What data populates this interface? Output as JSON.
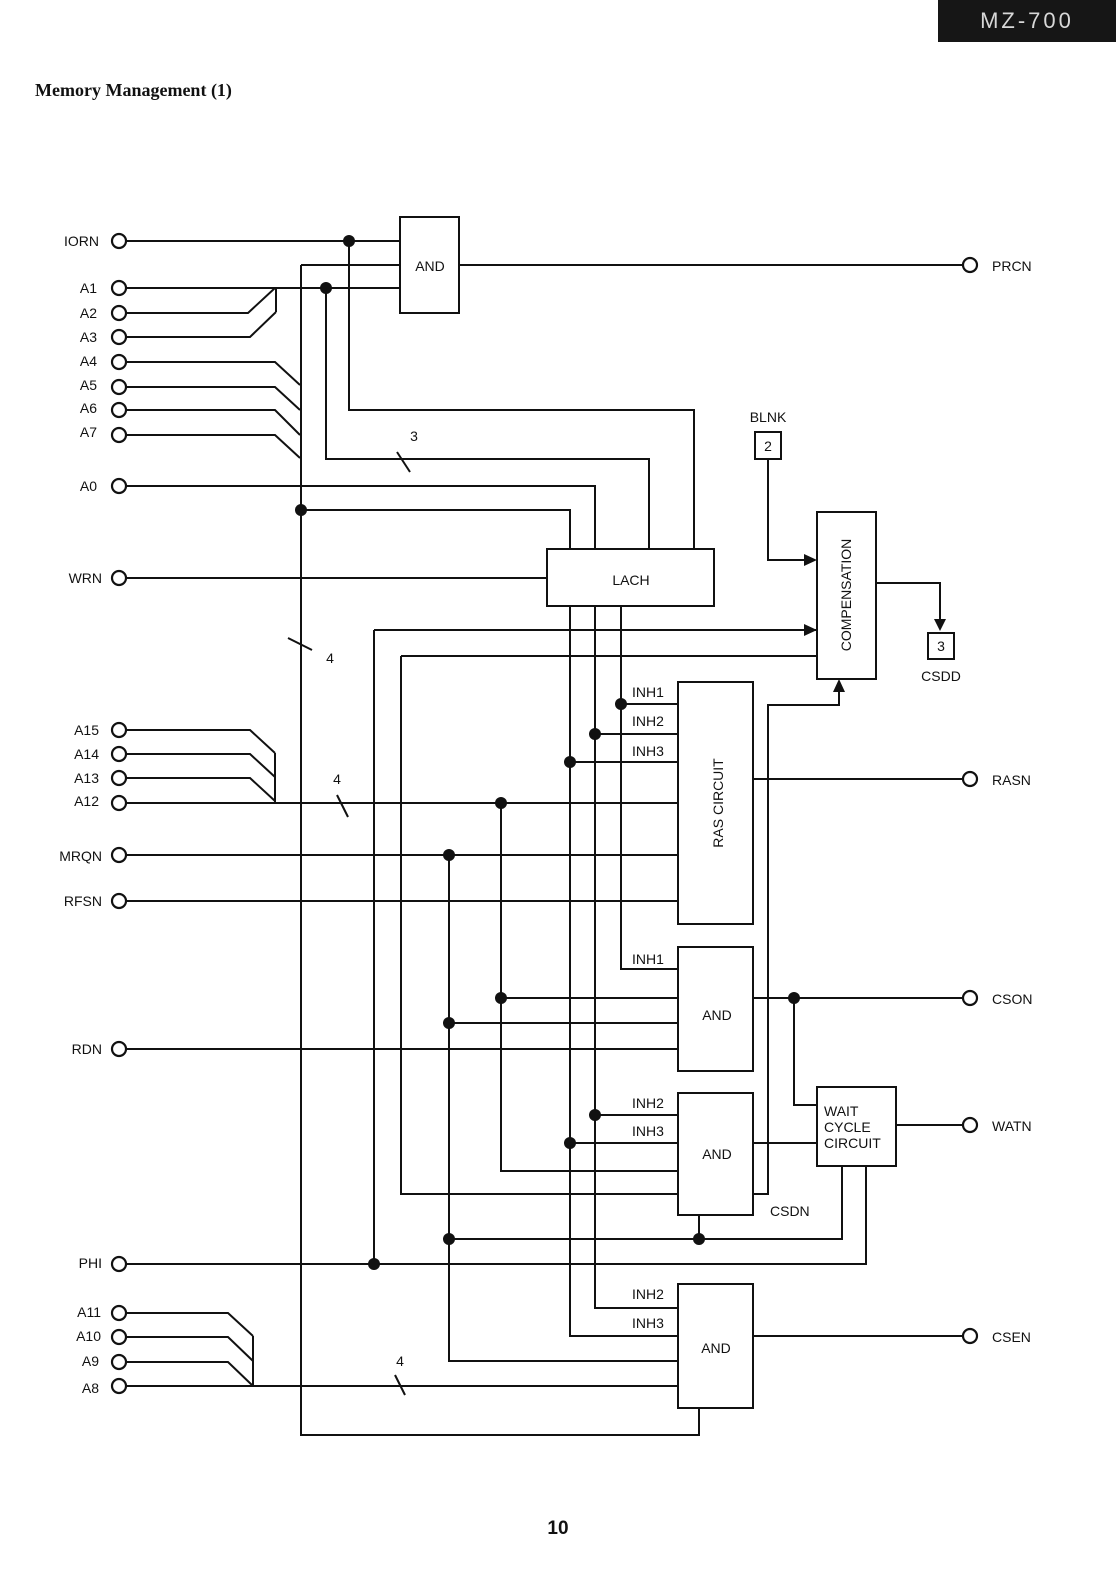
{
  "header": {
    "model_tag": "MZ-700",
    "section_title": "Memory Management (1)"
  },
  "page_number": "10",
  "inputs": {
    "iorn": "IORN",
    "a1": "A1",
    "a2": "A2",
    "a3": "A3",
    "a4": "A4",
    "a5": "A5",
    "a6": "A6",
    "a7": "A7",
    "a0": "A0",
    "wrn": "WRN",
    "a15": "A15",
    "a14": "A14",
    "a13": "A13",
    "a12": "A12",
    "mrqn": "MRQN",
    "rfsn": "RFSN",
    "rdn": "RDN",
    "phi": "PHI",
    "a11": "A11",
    "a10": "A10",
    "a9": "A9",
    "a8": "A8"
  },
  "outputs": {
    "prcn": "PRCN",
    "rasn": "RASN",
    "cson": "CSON",
    "watn": "WATN",
    "csen": "CSEN"
  },
  "blocks": {
    "and_top": "AND",
    "lach": "LACH",
    "compensation": "COMPENSATION",
    "ras_circuit": "RAS CIRCUIT",
    "and_cs": "AND",
    "and_csd": "AND",
    "and_cse": "AND",
    "wait_line1": "WAIT",
    "wait_line2": "CYCLE",
    "wait_line3": "CIRCUIT"
  },
  "signals": {
    "inh1_ras": "INH1",
    "inh2_ras": "INH2",
    "inh3_ras": "INH3",
    "inh1_cs": "INH1",
    "inh2_csd": "INH2",
    "inh3_csd": "INH3",
    "inh2_cse": "INH2",
    "inh3_cse": "INH3",
    "csdn": "CSDN",
    "blnk": "BLNK",
    "csdd": "CSDD",
    "blnk_ref": "2",
    "csdd_ref": "3"
  },
  "bus_widths": {
    "a4_a7": "3",
    "a12_a15": "4",
    "a8_a11": "4",
    "vertical": "4"
  }
}
